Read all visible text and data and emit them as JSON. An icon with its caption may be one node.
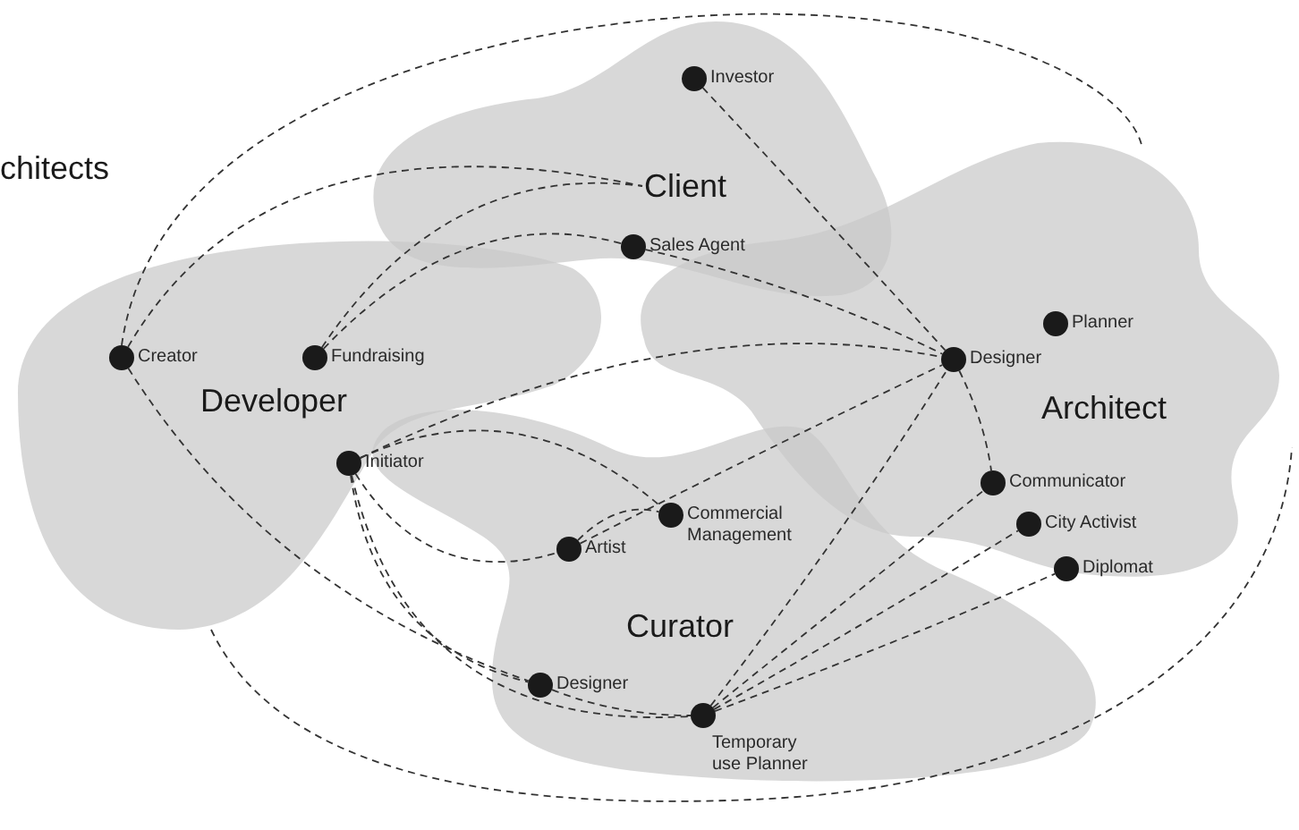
{
  "diagram": {
    "nodes": [
      {
        "text": [
          "Client"
        ]
      },
      {
        "text": [
          "Investor"
        ]
      },
      {
        "text": [
          "Sales Agent"
        ]
      },
      {
        "text": [
          "Developer"
        ]
      },
      {
        "text": [
          "Creator"
        ]
      },
      {
        "text": [
          "Fundraising"
        ]
      },
      {
        "text": [
          "Initiator"
        ]
      },
      {
        "text": [
          "Architect"
        ]
      },
      {
        "text": [
          "Planner"
        ]
      },
      {
        "text": [
          "Designer"
        ]
      },
      {
        "text": [
          "Communicator"
        ]
      },
      {
        "text": [
          "City Activist"
        ]
      },
      {
        "text": [
          "Diplomat"
        ]
      },
      {
        "text": [
          "Curator"
        ]
      },
      {
        "text": [
          "Artist"
        ]
      },
      {
        "text": [
          "Commercial Management"
        ]
      },
      {
        "text": [
          "Designer"
        ]
      },
      {
        "text": [
          "Temporary use Planner"
        ]
      }
    ],
    "edges": [
      {
        "from": 4,
        "to": 0,
        "arrow": "none"
      },
      {
        "from": 5,
        "to": 0,
        "arrow": "none"
      },
      {
        "from": 5,
        "to": 2,
        "arrow": "none"
      },
      {
        "from": 1,
        "to": 9,
        "arrow": "none"
      },
      {
        "from": 2,
        "to": 9,
        "arrow": "none"
      },
      {
        "from": 6,
        "to": 9,
        "arrow": "none"
      },
      {
        "from": 14,
        "to": 9,
        "arrow": "none"
      },
      {
        "from": 9,
        "to": 10,
        "arrow": "none"
      },
      {
        "from": 6,
        "to": 15,
        "arrow": "none"
      },
      {
        "from": 6,
        "to": 14,
        "arrow": "none"
      },
      {
        "from": 14,
        "to": 15,
        "arrow": "none"
      },
      {
        "from": 4,
        "to": 16,
        "arrow": "none"
      },
      {
        "from": 6,
        "to": 16,
        "arrow": "none"
      },
      {
        "from": 6,
        "to": 17,
        "arrow": "none"
      },
      {
        "from": 16,
        "to": 17,
        "arrow": "none"
      },
      {
        "from": 17,
        "to": 9,
        "arrow": "none"
      },
      {
        "from": 17,
        "to": 10,
        "arrow": "none"
      },
      {
        "from": 17,
        "to": 11,
        "arrow": "none"
      },
      {
        "from": 17,
        "to": 12,
        "arrow": "none"
      }
    ],
    "labels": [
      "chitects"
    ]
  }
}
